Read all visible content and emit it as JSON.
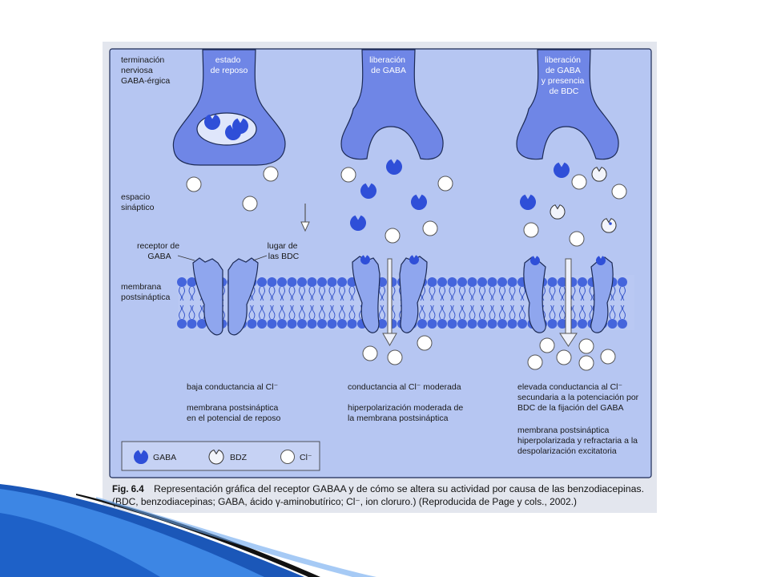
{
  "colors": {
    "gaba": "#2f4fd8",
    "terminal": "#6f86e6",
    "terminal_dark": "#4c66d4",
    "panel": "#b6c6f2",
    "membrane": "#8fa6ee",
    "bead": "#4565dc",
    "chloride": "#ffffff"
  },
  "labels": {
    "terminal": [
      "terminación",
      "nerviosa",
      "GABA-érgica"
    ],
    "space": [
      "espacio",
      "sináptico"
    ],
    "receptor": [
      "receptor de",
      "GABA"
    ],
    "bdc_site": [
      "lugar de",
      "las BDC"
    ],
    "membrane": [
      "membrana",
      "postsináptica"
    ]
  },
  "panels": [
    {
      "title": [
        "estado",
        "de reposo"
      ],
      "text1": [
        "baja conductancia al Cl⁻"
      ],
      "text2": [
        "membrana postsináptica",
        "en el potencial de reposo"
      ]
    },
    {
      "title": [
        "liberación",
        "de GABA"
      ],
      "text1": [
        "conductancia al Cl⁻  moderada"
      ],
      "text2": [
        "hiperpolarización moderada de",
        "la membrana postsináptica"
      ]
    },
    {
      "title": [
        "liberación",
        "de GABA",
        "y presencia",
        "de BDC"
      ],
      "text1": [
        "elevada conductancia al Cl⁻",
        "secundaria a la potenciación por",
        "BDC de la fijación del GABA"
      ],
      "text2": [
        "membrana postsináptica",
        "hiperpolarizada y refractaria a la",
        "despolarización excitatoria"
      ]
    }
  ],
  "legend": {
    "gaba": "GABA",
    "bdz": "BDZ",
    "cl": "Cl⁻"
  },
  "caption": {
    "fig": "Fig. 6.4",
    "line1": "Representación gráfica del receptor GABAA y de cómo se altera su actividad por causa de las benzodiacepinas.",
    "line2": "(BDC, benzodiacepinas; GABA, ácido γ-aminobutírico; Cl⁻, ion cloruro.) (Reproducida de Page y cols., 2002.)"
  }
}
